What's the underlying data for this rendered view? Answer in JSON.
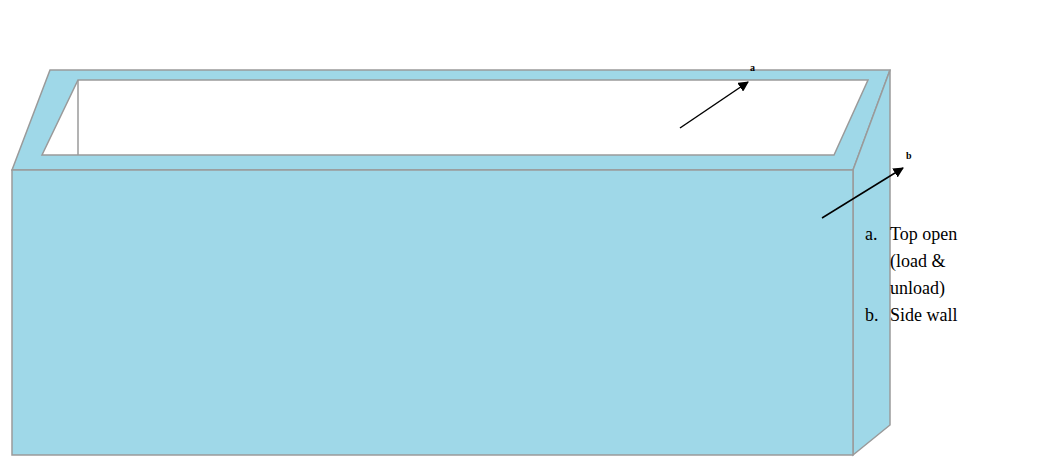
{
  "diagram": {
    "labels": [
      "a",
      "b",
      "a.",
      "Top open (load & unload)",
      "b.",
      "Side wall"
    ]
  }
}
